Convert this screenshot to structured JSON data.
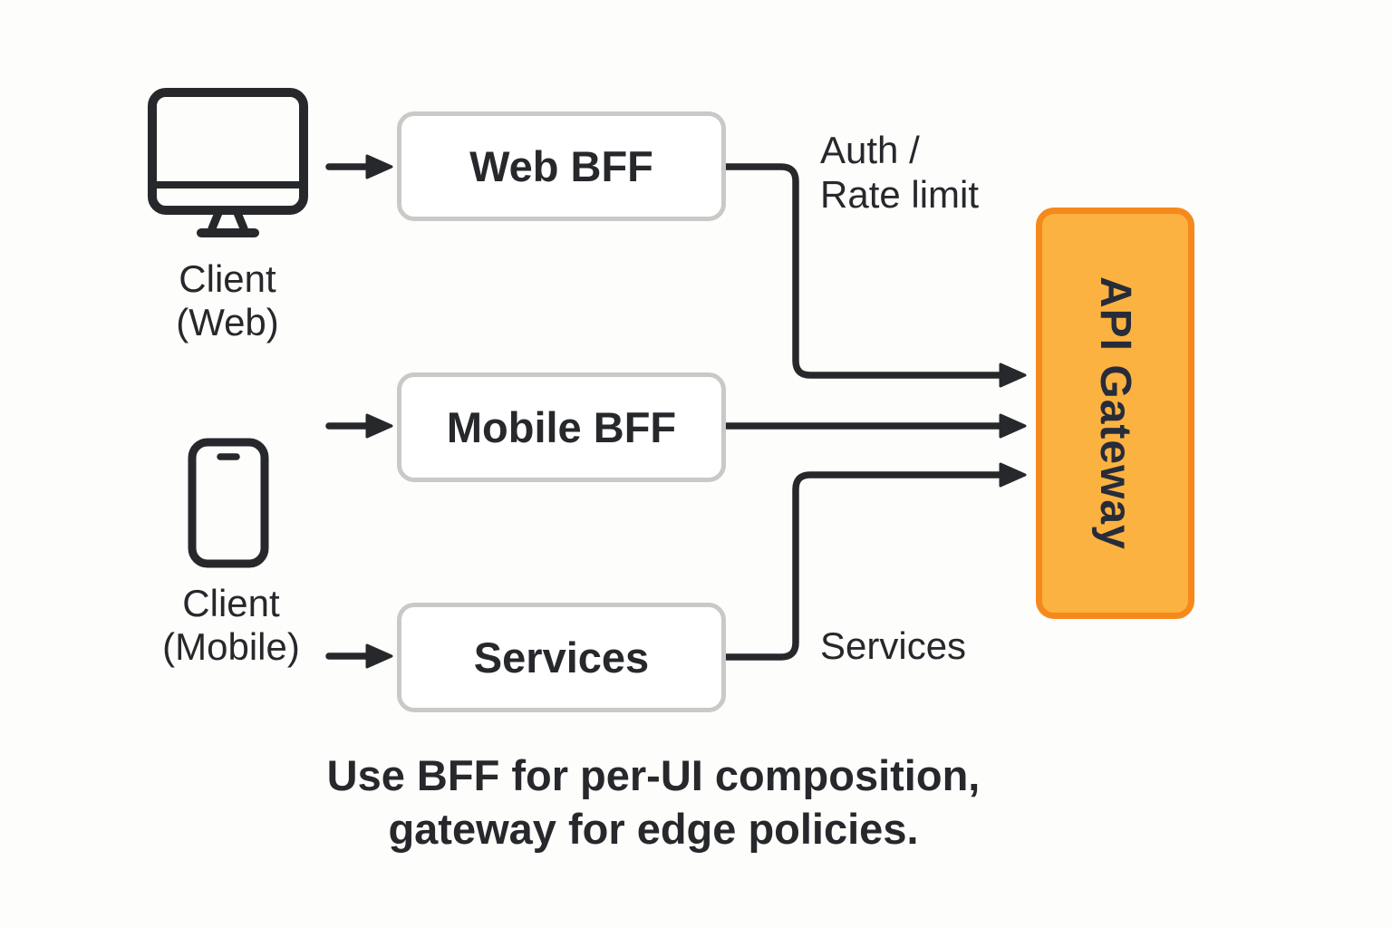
{
  "diagram": {
    "clients": [
      {
        "icon": "desktop-monitor-icon",
        "label_line1": "Client",
        "label_line2": "(Web)"
      },
      {
        "icon": "smartphone-icon",
        "label_line1": "Client",
        "label_line2": "(Mobile)"
      }
    ],
    "nodes": {
      "web_bff": "Web BFF",
      "mobile_bff": "Mobile BFF",
      "services": "Services",
      "api_gateway": "API Gateway"
    },
    "edge_labels": {
      "auth_line1": "Auth /",
      "auth_line2": "Rate limit",
      "services": "Services"
    },
    "caption": {
      "line1": "Use BFF for per-UI composition,",
      "line2": "gateway for edge policies."
    },
    "colors": {
      "line": "#26282c",
      "text": "#26282c",
      "node_border": "#c9c9c7",
      "node_fill": "#ffffff",
      "gateway_fill": "#fcb240",
      "gateway_border": "#f6891c",
      "gateway_text": "#272c3a",
      "background": "#fdfdfb"
    }
  }
}
